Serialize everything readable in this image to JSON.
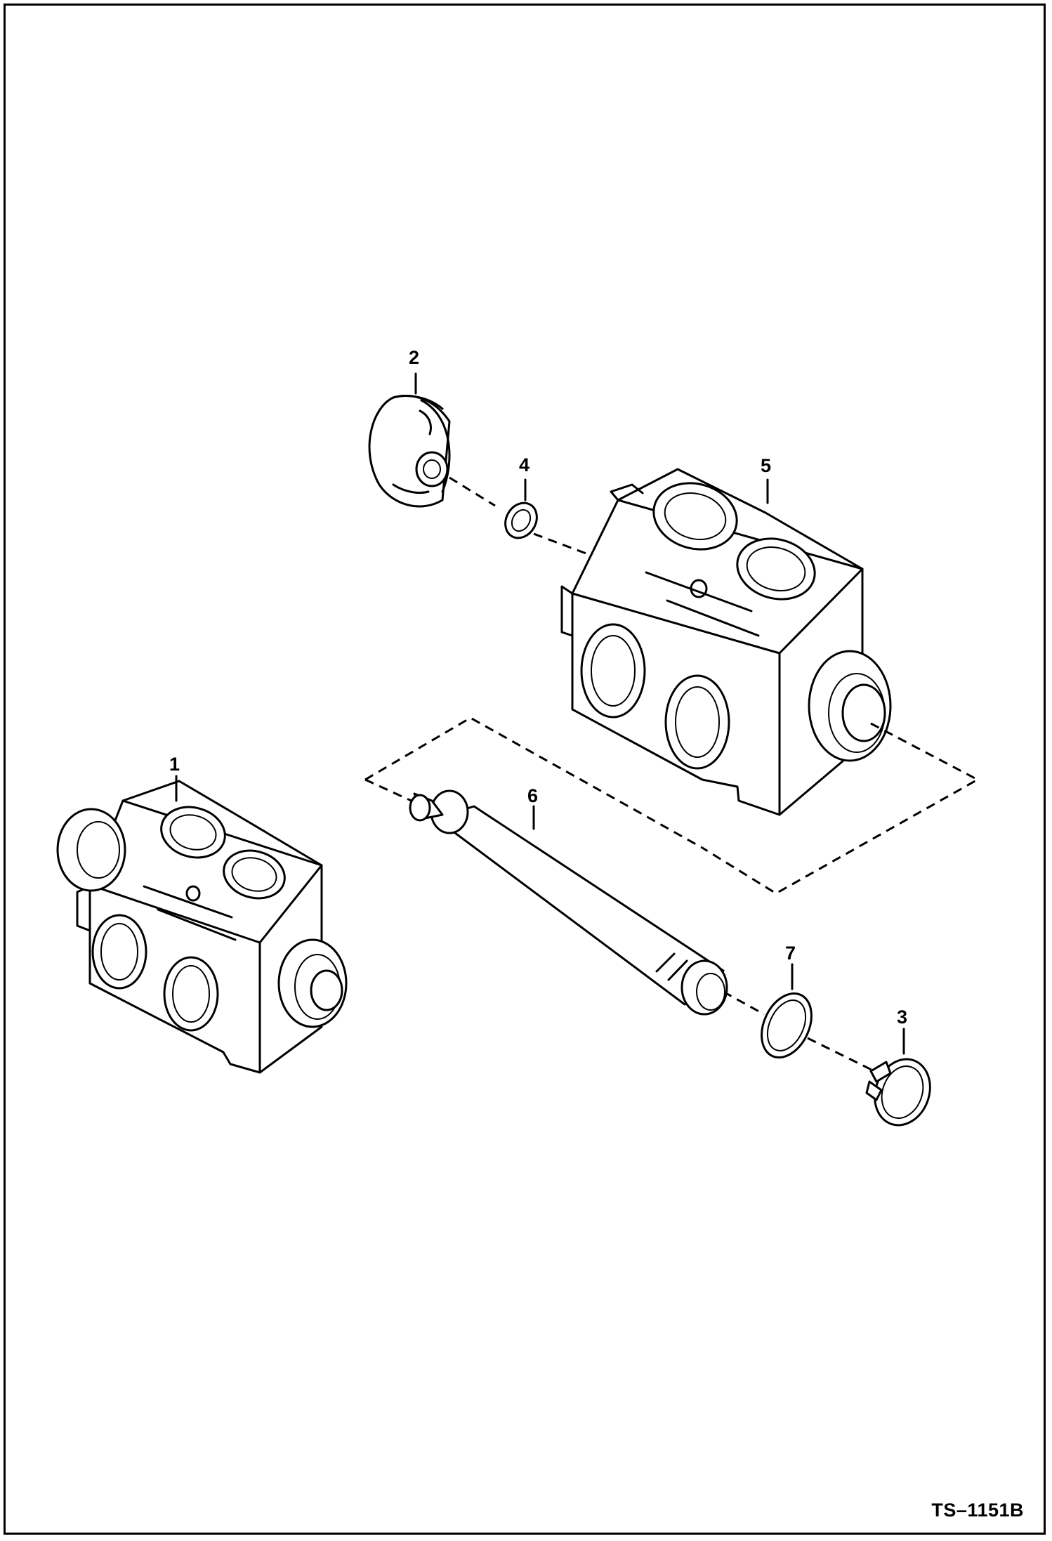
{
  "diagram": {
    "drawing_code": "TS–1151B",
    "callouts": [
      {
        "id": "1",
        "label": "1"
      },
      {
        "id": "2",
        "label": "2"
      },
      {
        "id": "3",
        "label": "3"
      },
      {
        "id": "4",
        "label": "4"
      },
      {
        "id": "5",
        "label": "5"
      },
      {
        "id": "6",
        "label": "6"
      },
      {
        "id": "7",
        "label": "7"
      }
    ]
  }
}
